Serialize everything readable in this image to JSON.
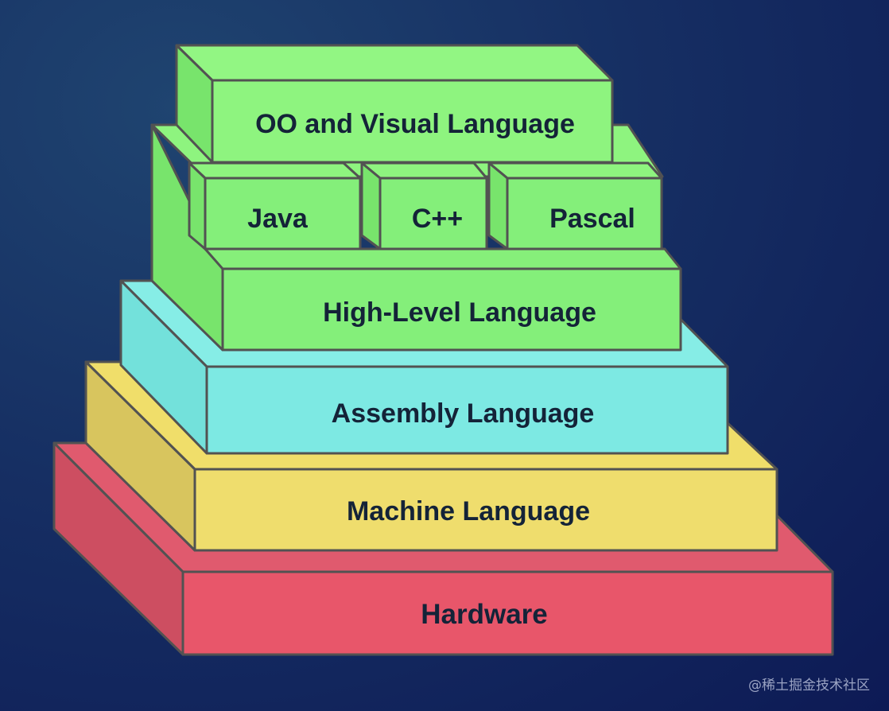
{
  "diagram": {
    "layers": [
      {
        "id": "hardware",
        "label": "Hardware",
        "color": "#e8566a"
      },
      {
        "id": "machine",
        "label": "Machine Language",
        "color": "#efdd6d"
      },
      {
        "id": "assembly",
        "label": "Assembly Language",
        "color": "#7de9e3"
      },
      {
        "id": "high-level",
        "label": "High-Level Language",
        "color": "#84ef7a"
      },
      {
        "id": "oo-visual",
        "label": "OO and Visual Language",
        "color": "#8ef47f"
      }
    ],
    "languages": [
      {
        "id": "java",
        "label": "Java"
      },
      {
        "id": "cpp",
        "label": "C++"
      },
      {
        "id": "pascal",
        "label": "Pascal"
      }
    ],
    "background": "#122a5e",
    "outline_color": "#525252"
  },
  "watermark": "@稀土掘金技术社区"
}
